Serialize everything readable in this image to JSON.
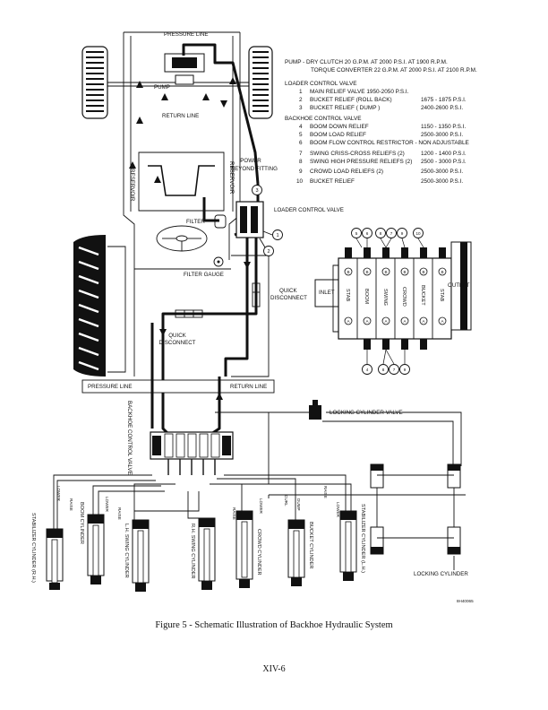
{
  "labels": {
    "pressure_line_top": "PRESSURE LINE",
    "pump": "PUMP",
    "return_line_top": "RETURN LINE",
    "reservoir_left": "RESERVOIR",
    "reservoir_right": "RESERVOIR",
    "power_beyond_1": "POWER",
    "power_beyond_2": "BEYOND FITTING",
    "filter": "FILTER",
    "filter_gauge": "FILTER GAUGE",
    "loader_control_valve": "LOADER CONTROL VALVE",
    "quick_disconnect_right_1": "QUICK",
    "quick_disconnect_right_2": "DISCONNECT",
    "quick_disconnect_left_1": "QUICK",
    "quick_disconnect_left_2": "DISCONNECT",
    "pressure_line_bottom": "PRESSURE LINE",
    "return_line_bottom": "RETURN LINE",
    "backhoe_control_valve": "BACKHOE CONTROL VALVE",
    "locking_cylinder_valve": "LOCKING CYLINDER VALVE",
    "locking_cylinder": "LOCKING CYLINDER",
    "inlet": "INLET",
    "outlet": "OUTLET",
    "code": "8H40065"
  },
  "valve_sections": [
    "STAB",
    "BOOM",
    "SWING",
    "CROWD",
    "BUCKET",
    "STAB"
  ],
  "valve_top_numbers": [
    "5",
    "6",
    "8",
    "7",
    "9",
    "10"
  ],
  "valve_bottom_numbers": [
    "4",
    "8",
    "7",
    "9"
  ],
  "loader_callouts": [
    "1",
    "2",
    "3"
  ],
  "specs": {
    "pump_line1": "PUMP - DRY CLUTCH  20 G.P.M. AT 2000 P.S.I. AT 1900 R.P.M.",
    "pump_line2": "TORQUE CONVERTER 22 G.P.M. AT 2000 P.S.I. AT 2100 R.P.M.",
    "loader_heading": "LOADER CONTROL VALVE",
    "loader_items": [
      {
        "num": "1",
        "desc": "MAIN RELIEF VALVE  1950-2050 P.S.I.",
        "value": ""
      },
      {
        "num": "2",
        "desc": "BUCKET RELIEF  (ROLL BACK)",
        "value": "1675 - 1875  P.S.I."
      },
      {
        "num": "3",
        "desc": "BUCKET RELIEF   ( DUMP )",
        "value": "2400-2600 P.S.I."
      }
    ],
    "backhoe_heading": "BACKHOE CONTROL VALVE",
    "backhoe_items": [
      {
        "num": "4",
        "desc": "BOOM DOWN RELIEF",
        "value": "1150 - 1350  P.S.I."
      },
      {
        "num": "5",
        "desc": "BOOM LOAD RELIEF",
        "value": "2500-3000 P.S.I."
      },
      {
        "num": "6",
        "desc": "BOOM FLOW CONTROL RESTRICTOR - NON ADJUSTABLE",
        "value": ""
      },
      {
        "num": "7",
        "desc": "SWING CRISS-CROSS RELIEFS (2)",
        "value": "1200 - 1400  P.S.I."
      },
      {
        "num": "8",
        "desc": "SWING HIGH PRESSURE RELIEFS (2)",
        "value": "2500 - 3000  P.S.I."
      },
      {
        "num": "9",
        "desc": "CROWD LOAD RELIEFS (2)",
        "value": "2500-3000 P.S.I."
      },
      {
        "num": "10",
        "desc": "BUCKET RELIEF",
        "value": "2500-3000 P.S.I."
      }
    ]
  },
  "cylinders": [
    {
      "label": "STABILIZER CYLINDER (R.H.)",
      "port_top": "LOWER",
      "port_bot": "RAISE"
    },
    {
      "label": "BOOM CYLINDER",
      "port_top": "LOWER",
      "port_bot": "RAISE"
    },
    {
      "label": "L.H. SWING CYLINDER",
      "port_top": "",
      "port_bot": ""
    },
    {
      "label": "R.H. SWING CYLINDER",
      "port_top": "",
      "port_bot": ""
    },
    {
      "label": "CROWD CYLINDER",
      "port_top": "RAISE",
      "port_bot": "LOWER"
    },
    {
      "label": "BUCKET CYLINDER",
      "port_top": "CURL",
      "port_bot": "DUMP"
    },
    {
      "label": "STABILIZER CYLINDER (L.H.)",
      "port_top": "RAISE",
      "port_bot": "LOWER"
    }
  ],
  "caption": "Figure 5 - Schematic Illustration of Backhoe Hydraulic System",
  "page_number": "XIV-6"
}
